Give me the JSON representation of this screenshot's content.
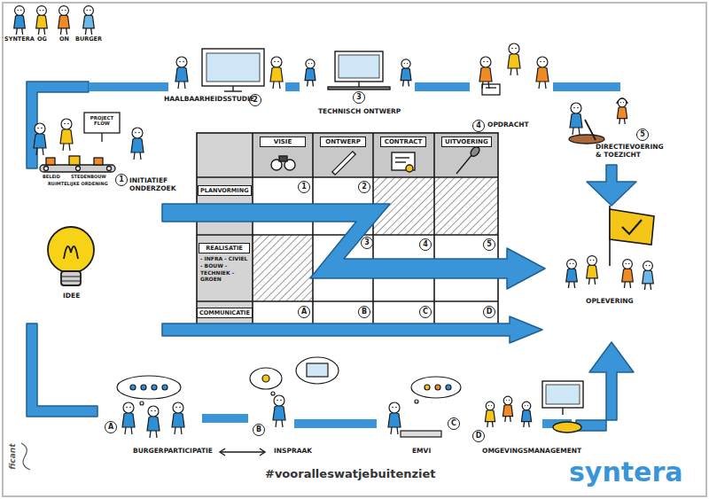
{
  "diagram": {
    "nodes": [
      {
        "text": [
          "2"
        ]
      },
      {
        "text": [
          "3"
        ]
      },
      {
        "text": [
          "4"
        ]
      },
      {
        "text": [
          "5"
        ]
      },
      {
        "text": [
          "1"
        ]
      },
      {
        "text": [
          "VISIE"
        ]
      },
      {
        "text": [
          "ONTWERP"
        ]
      },
      {
        "text": [
          "CONTRACT"
        ]
      },
      {
        "text": [
          "UITVOERING"
        ]
      },
      {
        "text": [
          "PLANVORMING"
        ]
      },
      {
        "text": [
          "1"
        ]
      },
      {
        "text": [
          "2"
        ]
      },
      {
        "text": [
          "REALISATIE",
          "- INFRA - CIVIEL - BOUW - TECHNIEK - GROEN"
        ]
      },
      {
        "text": [
          "3"
        ]
      },
      {
        "text": [
          "4"
        ]
      },
      {
        "text": [
          "5"
        ]
      },
      {
        "text": [
          "COMMUNICATIE"
        ]
      },
      {
        "text": [
          "A"
        ]
      },
      {
        "text": [
          "B"
        ]
      },
      {
        "text": [
          "C"
        ]
      },
      {
        "text": [
          "D"
        ]
      },
      {
        "text": [
          "A"
        ]
      },
      {
        "text": [
          "B"
        ]
      },
      {
        "text": [
          "C"
        ]
      },
      {
        "text": [
          "D"
        ]
      }
    ],
    "labels": [
      "SYNTERA",
      "OG",
      "ON",
      "BURGER",
      "PROJECT FLOW",
      "BELEID",
      "STEDENBOUW",
      "RUIMTELIJKE ORDENING",
      "INITIATIEF ONDERZOEK",
      "HAALBAARHEIDSSTUDIE",
      "TECHNISCH ONTWERP",
      "OPDRACHT",
      "DIRECTIEVOERING & TOEZICHT",
      "IDEE",
      "OPLEVERING",
      "BURGERPARTICIPATIE",
      "INSPRAAK",
      "EMVI",
      "OMGEVINGSMANAGEMENT",
      "#vooralleswatjebuitenziet",
      "syntera",
      "ficant"
    ]
  }
}
